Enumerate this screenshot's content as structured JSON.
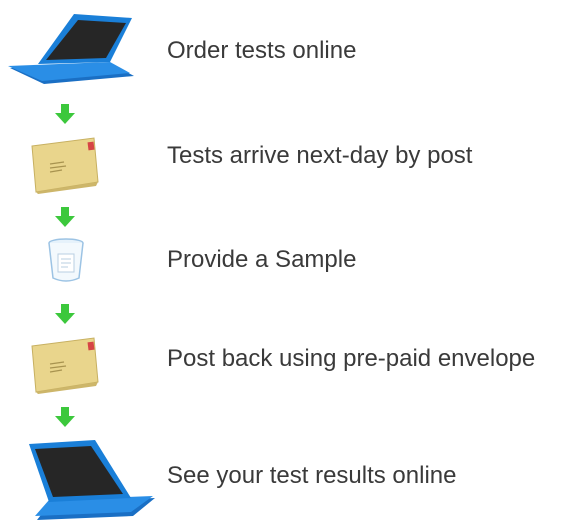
{
  "steps": [
    {
      "icon": "laptop-icon",
      "label": "Order tests online"
    },
    {
      "icon": "envelope-icon",
      "label": "Tests arrive next-day by post"
    },
    {
      "icon": "sample-cup-icon",
      "label": "Provide a Sample"
    },
    {
      "icon": "envelope-icon",
      "label": "Post back using pre-paid envelope"
    },
    {
      "icon": "laptop-icon",
      "label": "See your test results online"
    }
  ],
  "colors": {
    "text": "#3a3a3a",
    "arrow": "#3cc83c",
    "laptop_blue": "#1a7fd8",
    "laptop_screen": "#262626",
    "envelope": "#e9d58c",
    "envelope_stamp": "#d64545"
  }
}
